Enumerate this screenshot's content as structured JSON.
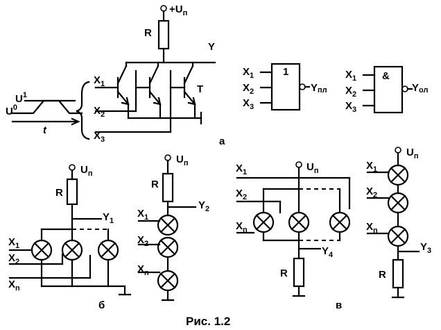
{
  "caption": "Рис. 1.2",
  "panel_labels": {
    "a": "а",
    "b": "б",
    "v": "в"
  },
  "labels": {
    "X": "X",
    "U": "U",
    "Y": "Y",
    "R": "R",
    "t": "t",
    "T": "T",
    "plus": "+",
    "supply_sub": "п",
    "sub_1": "1",
    "sub_2": "2",
    "sub_3": "3",
    "sub_4": "4",
    "sub_n": "n",
    "sup_1": "1",
    "sup_0": "0",
    "or_symbol": "1",
    "and_symbol": "&",
    "nor_sub": "пл",
    "nand_sub": "ол"
  }
}
